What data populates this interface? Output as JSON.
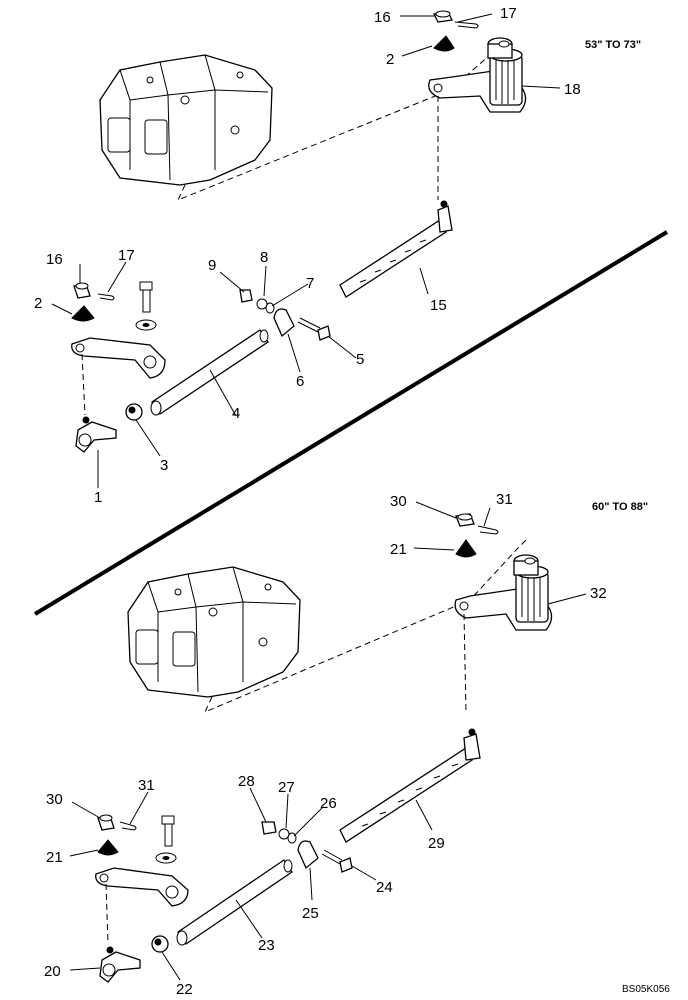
{
  "ranges": {
    "upper": "53\" TO 73\"",
    "lower": "60\" TO 88\""
  },
  "image_code": "BS05K056",
  "callouts": {
    "c1": "1",
    "c2a": "2",
    "c2b": "2",
    "c3": "3",
    "c4": "4",
    "c5": "5",
    "c6": "6",
    "c7": "7",
    "c8": "8",
    "c9": "9",
    "c15": "15",
    "c16a": "16",
    "c16b": "16",
    "c17a": "17",
    "c17b": "17",
    "c18": "18",
    "c20": "20",
    "c21a": "21",
    "c21b": "21",
    "c22": "22",
    "c23": "23",
    "c24": "24",
    "c25": "25",
    "c26": "26",
    "c27": "27",
    "c28": "28",
    "c29": "29",
    "c30a": "30",
    "c30b": "30",
    "c31a": "31",
    "c31b": "31",
    "c32": "32"
  }
}
